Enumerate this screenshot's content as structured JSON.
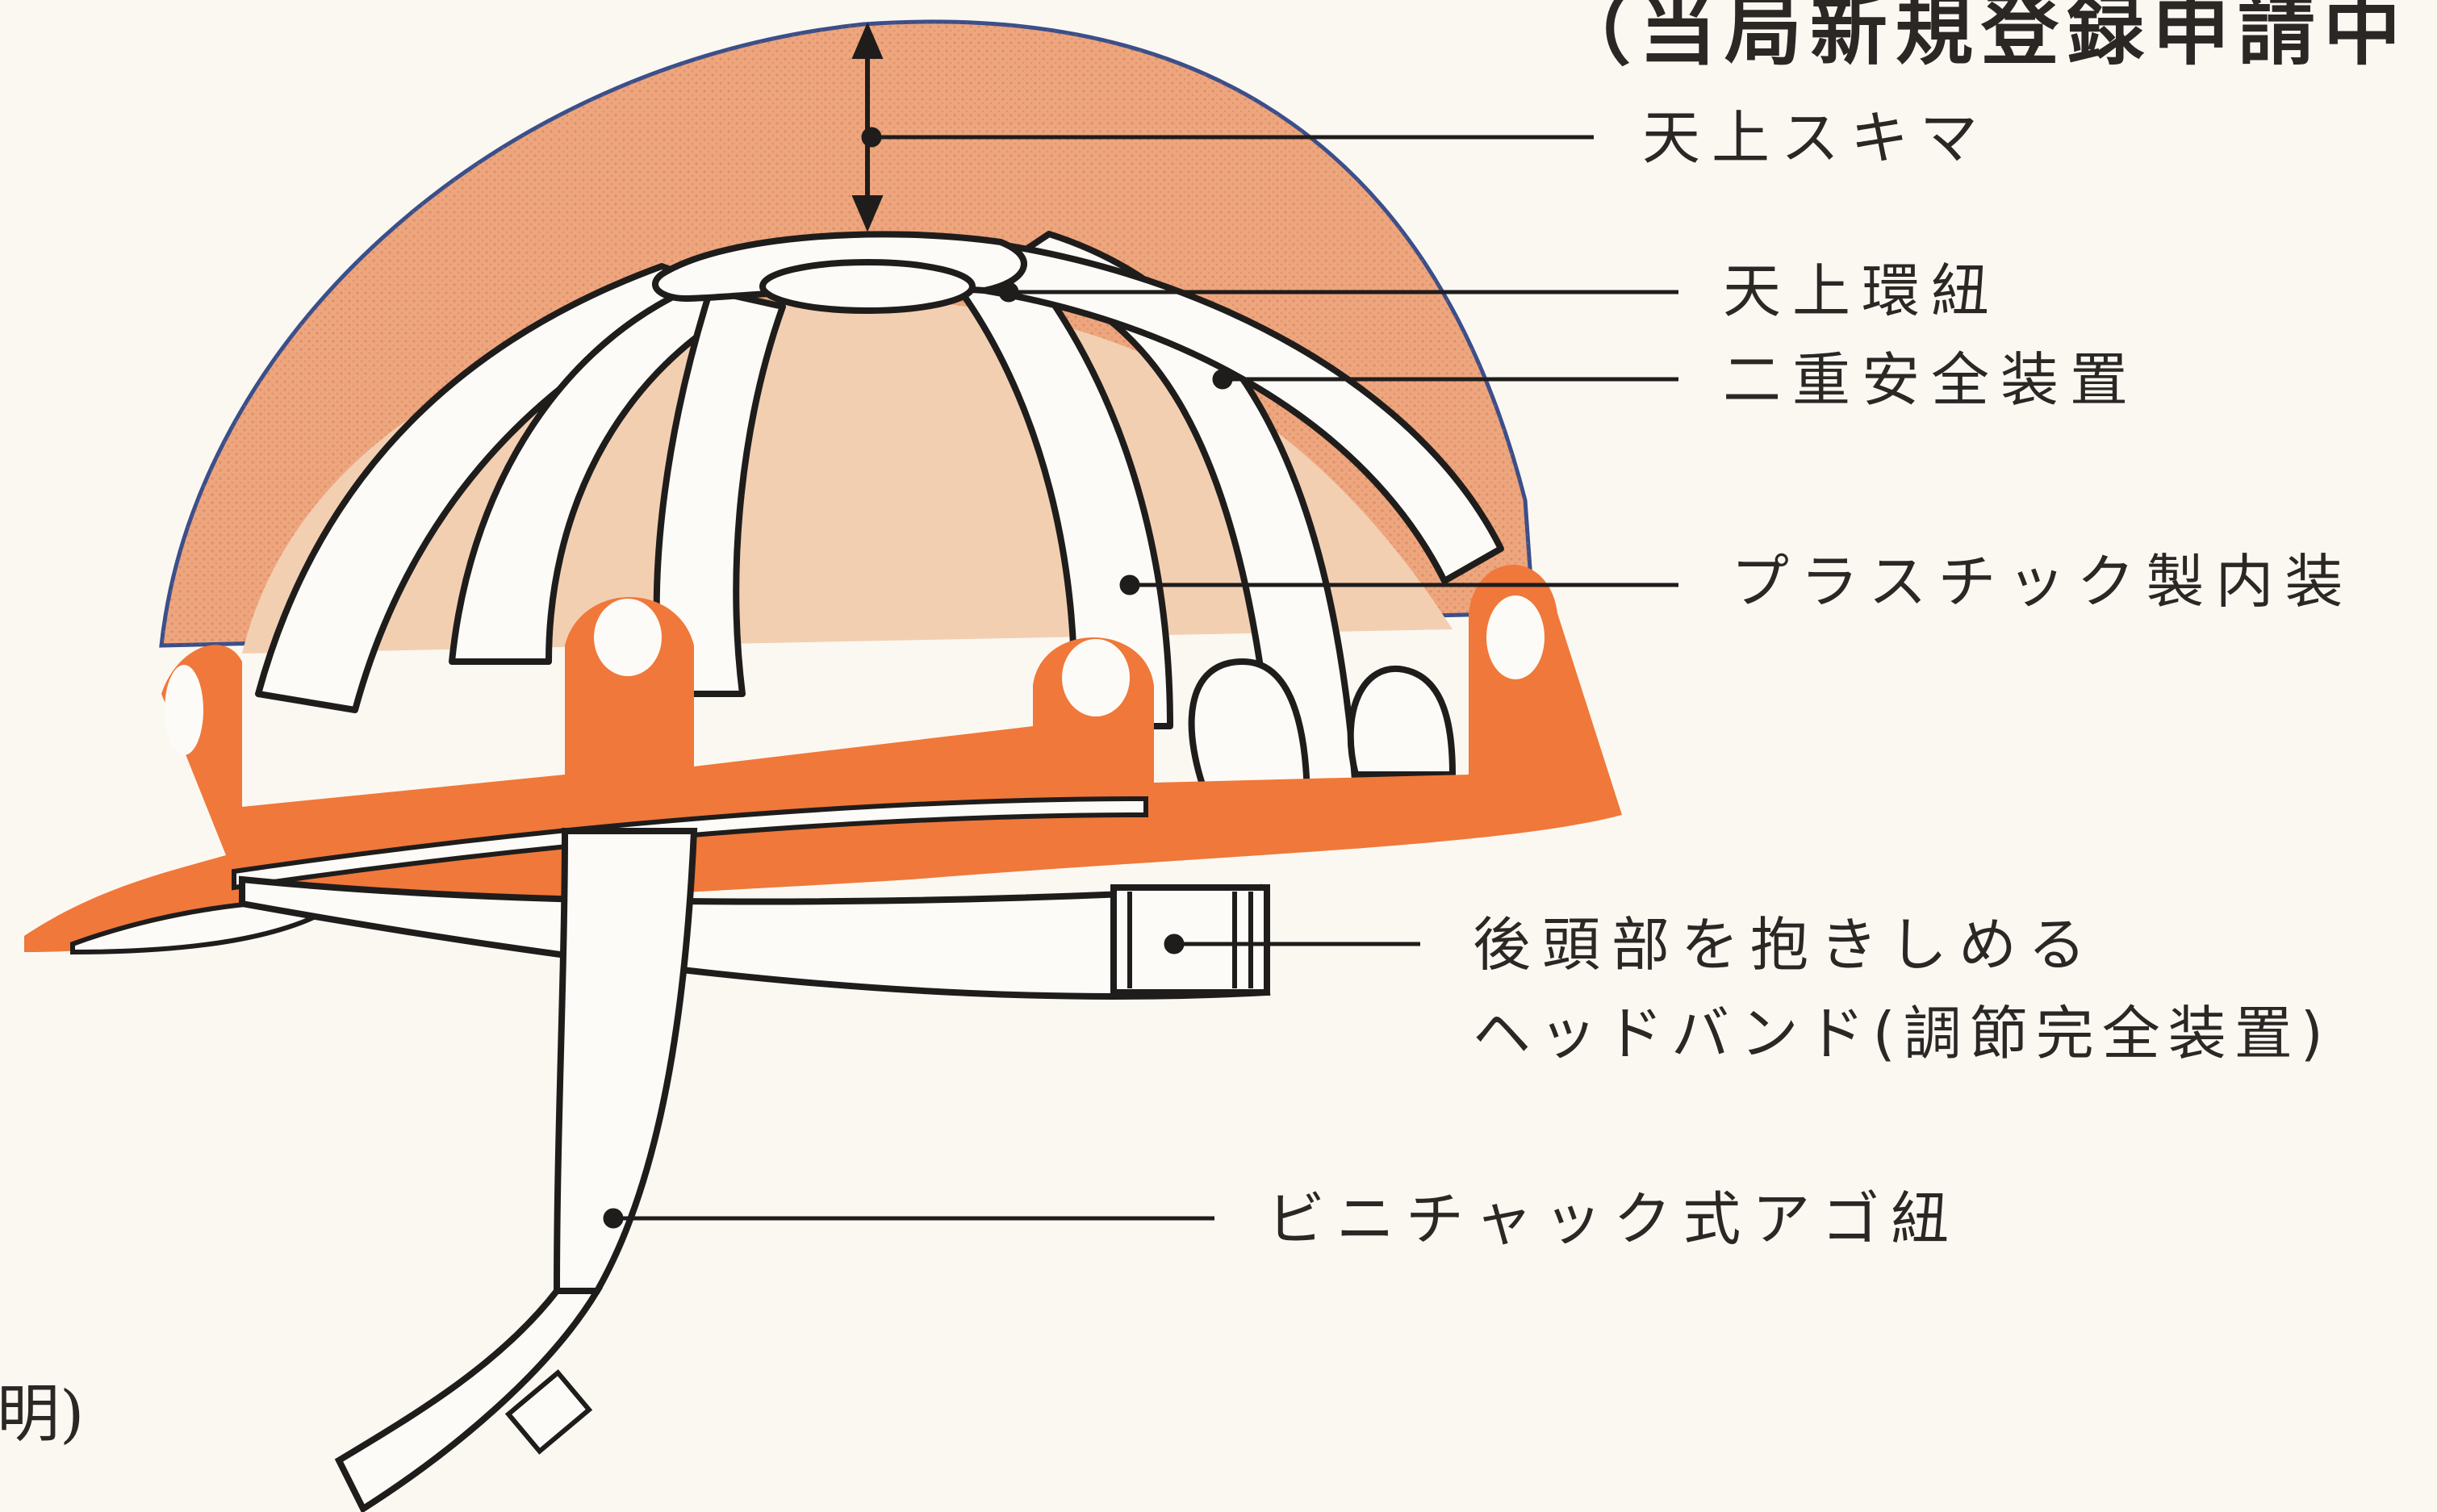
{
  "title_fragment": "（当局新規登録申請中",
  "side_fragment": "明)",
  "labels": {
    "crown_clearance": "天上スキマ",
    "crown_ring_cord": "天上環紐",
    "double_safety": "二重安全装置",
    "plastic_liner": "プラスチック製内装",
    "headband_line1": "後頭部を抱きしめる",
    "headband_line2": "ヘッドバンド(調節完全装置)",
    "chin_strap": "ビニチャック式アゴ紐"
  },
  "colors": {
    "shell_orange": "#f0783a",
    "shell_dome": "#eda67e",
    "interior": "#f3cfb2",
    "strap_white": "#fdfbf7",
    "outline": "#1f1d1c"
  }
}
